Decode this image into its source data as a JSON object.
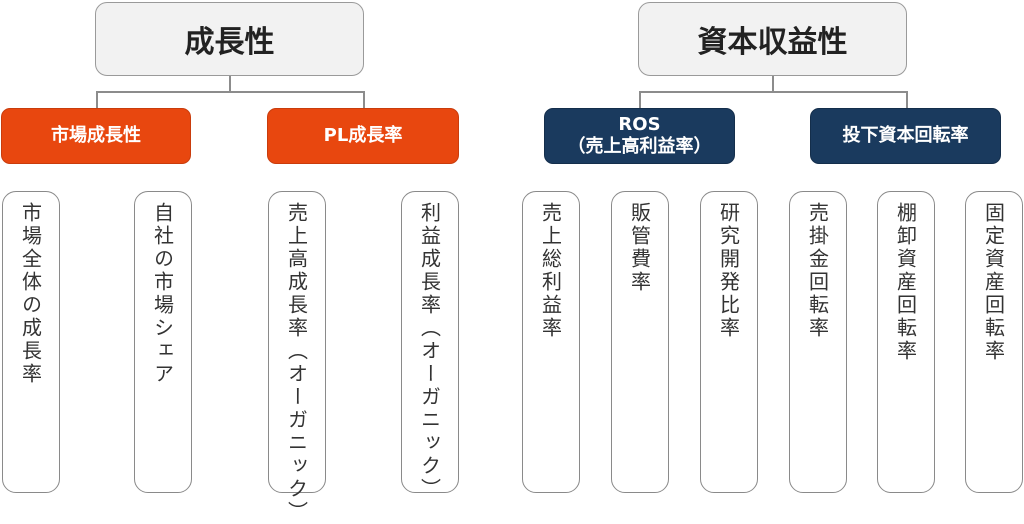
{
  "roots": [
    {
      "label": "成長性"
    },
    {
      "label": "資本収益性"
    }
  ],
  "groups": [
    {
      "label_line1": "市場成長性",
      "label_line2": "",
      "color": "#e8470f"
    },
    {
      "label_line1": "PL成長率",
      "label_line2": "",
      "color": "#e8470f"
    },
    {
      "label_line1": "ROS",
      "label_line2": "（売上高利益率）",
      "color": "#1a3a5e"
    },
    {
      "label_line1": "投下資本回転率",
      "label_line2": "",
      "color": "#1a3a5e"
    }
  ],
  "leaves": [
    {
      "label": "市場全体の成長率"
    },
    {
      "label": "自社の市場シェア"
    },
    {
      "label": "売上高成長率（オーガニック）"
    },
    {
      "label": "利益成長率（オーガニック）"
    },
    {
      "label": "売上総利益率"
    },
    {
      "label": "販管費率"
    },
    {
      "label": "研究開発比率"
    },
    {
      "label": "売掛金回転率"
    },
    {
      "label": "棚卸資産回転率"
    },
    {
      "label": "固定資産回転率"
    }
  ]
}
